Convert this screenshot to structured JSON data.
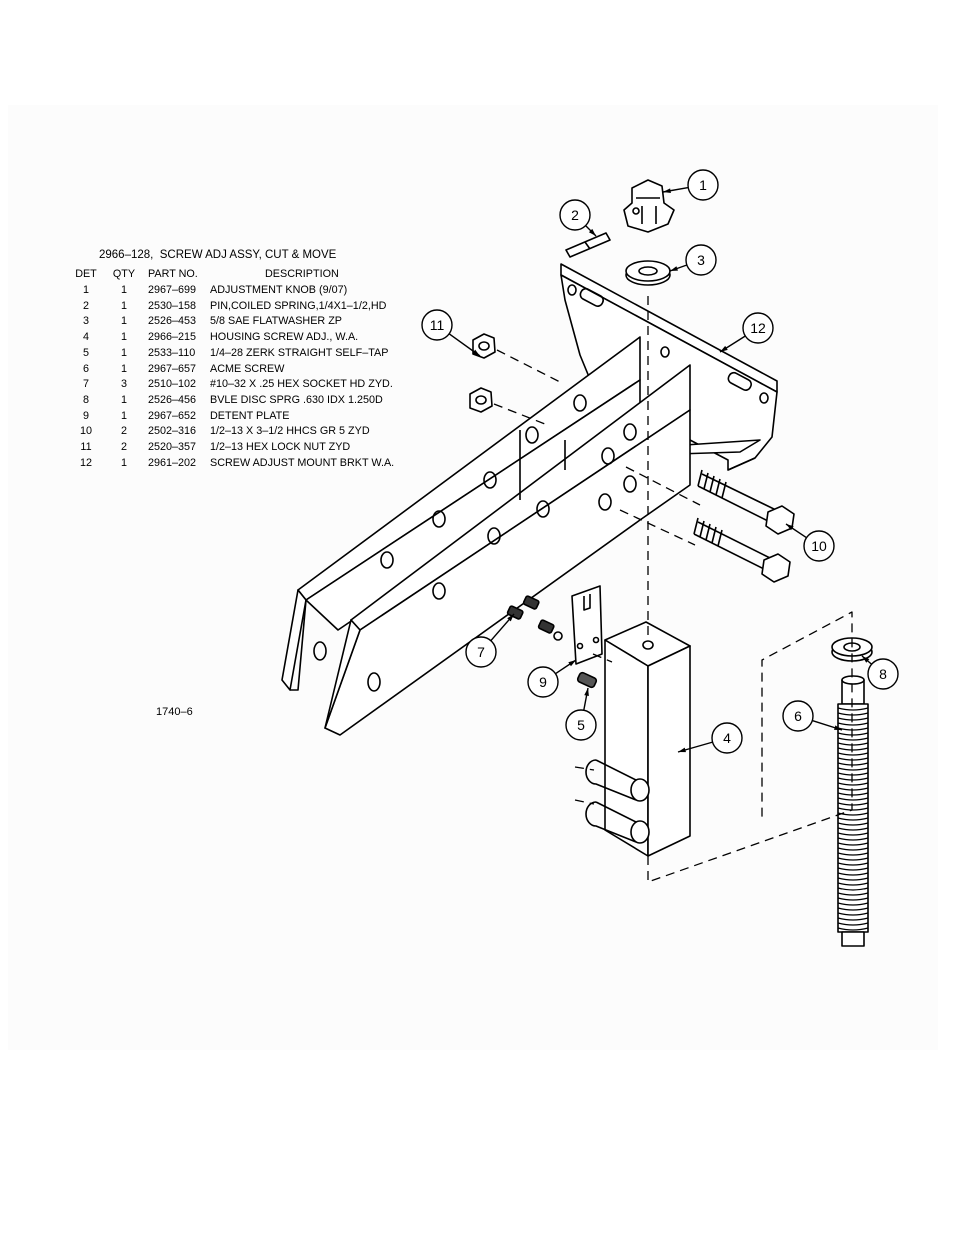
{
  "parts_list": {
    "title": "2966–128,  SCREW ADJ ASSY, CUT & MOVE",
    "headers": {
      "det": "DET",
      "qty": "QTY",
      "part_no": "PART NO.",
      "description": "DESCRIPTION"
    },
    "rows": [
      {
        "det": "1",
        "qty": "1",
        "part_no": "2967–699",
        "description": "ADJUSTMENT KNOB (9/07)"
      },
      {
        "det": "2",
        "qty": "1",
        "part_no": "2530–158",
        "description": "PIN,COILED SPRING,1/4X1–1/2,HD"
      },
      {
        "det": "3",
        "qty": "1",
        "part_no": "2526–453",
        "description": "5/8 SAE FLATWASHER ZP"
      },
      {
        "det": "4",
        "qty": "1",
        "part_no": "2966–215",
        "description": "HOUSING SCREW ADJ., W.A."
      },
      {
        "det": "5",
        "qty": "1",
        "part_no": "2533–110",
        "description": "1/4–28 ZERK STRAIGHT SELF–TAP"
      },
      {
        "det": "6",
        "qty": "1",
        "part_no": "2967–657",
        "description": "ACME SCREW"
      },
      {
        "det": "7",
        "qty": "3",
        "part_no": "2510–102",
        "description": "#10–32 X .25 HEX SOCKET HD ZYD."
      },
      {
        "det": "8",
        "qty": "1",
        "part_no": "2526–456",
        "description": "BVLE DISC SPRG .630 IDX 1.250D"
      },
      {
        "det": "9",
        "qty": "1",
        "part_no": "2967–652",
        "description": "DETENT PLATE"
      },
      {
        "det": "10",
        "qty": "2",
        "part_no": "2502–316",
        "description": "1/2–13 X 3–1/2 HHCS GR 5 ZYD"
      },
      {
        "det": "11",
        "qty": "2",
        "part_no": "2520–357",
        "description": "1/2–13 HEX LOCK NUT ZYD"
      },
      {
        "det": "12",
        "qty": "1",
        "part_no": "2961–202",
        "description": "SCREW ADJUST MOUNT BRKT W.A."
      }
    ]
  },
  "drawing_id": "1740–6",
  "callouts": [
    "1",
    "2",
    "3",
    "4",
    "5",
    "6",
    "7",
    "8",
    "9",
    "10",
    "11",
    "12"
  ]
}
